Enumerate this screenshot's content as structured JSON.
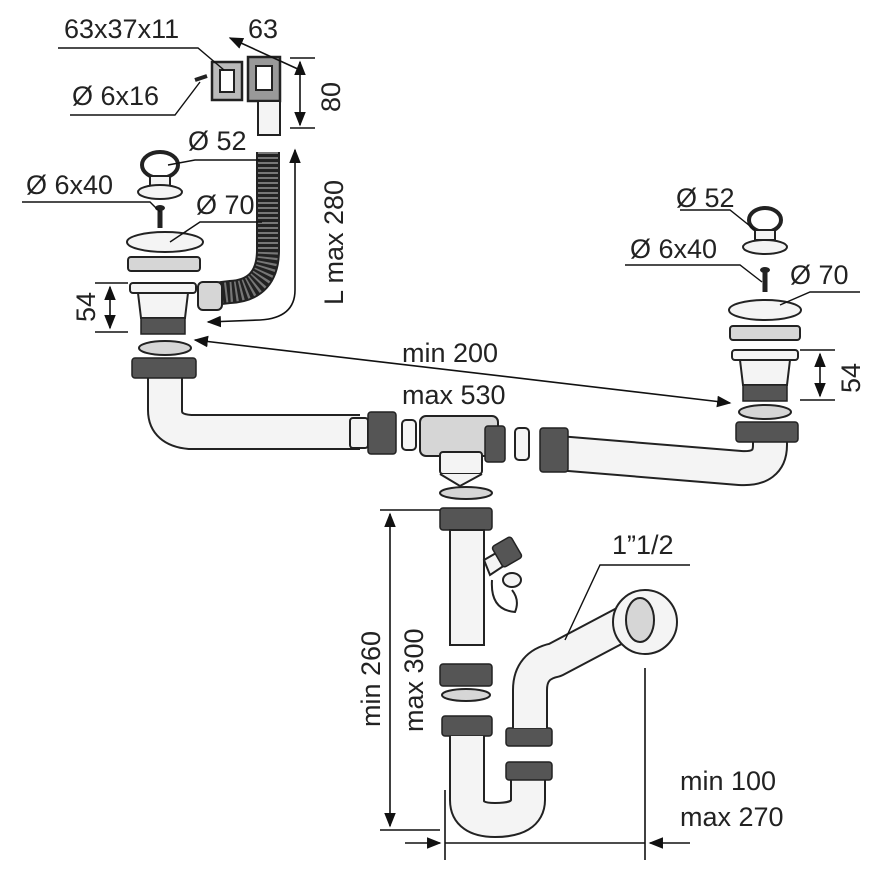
{
  "labels": {
    "plate_size": "63x37x11",
    "plate_width": "63",
    "screw_small": "Ø 6x16",
    "overflow_height": "80",
    "plug_left": "Ø 52",
    "screw_left": "Ø 6x40",
    "grate_left": "Ø 70",
    "hose_length": "L max 280",
    "body_left": "54",
    "span_min": "min 200",
    "span_max": "max 530",
    "plug_right": "Ø 52",
    "screw_right": "Ø 6x40",
    "grate_right": "Ø 70",
    "body_right": "54",
    "outlet_size": "1”1/2",
    "height_min": "min 260",
    "height_max": "max 300",
    "offset_min": "min 100",
    "offset_max": "max 270"
  }
}
